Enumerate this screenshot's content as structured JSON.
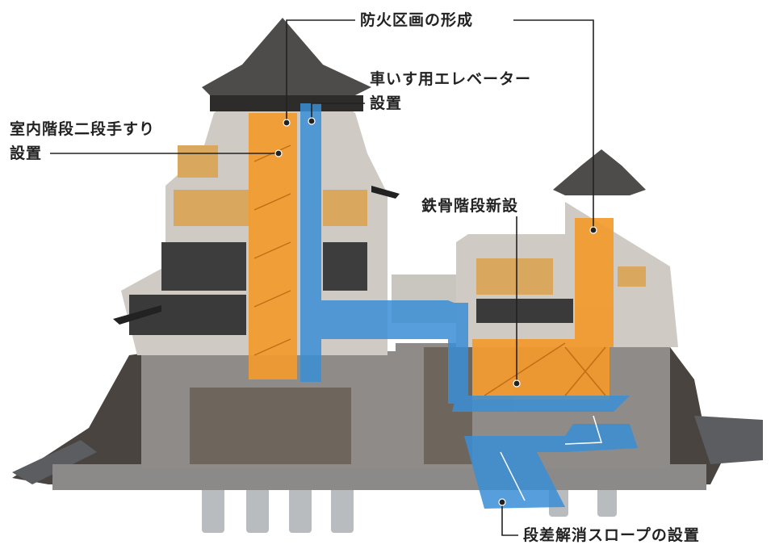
{
  "labels": {
    "fire_compartment": "防火区画の形成",
    "elevator_line1": "車いす用エレベーター",
    "elevator_line2": "設置",
    "handrail_line1": "室内階段二段手すり",
    "handrail_line2": "設置",
    "steel_stairs": "鉄骨階段新設",
    "slope": "段差解消スロープの設置"
  },
  "colors": {
    "stairs_orange": "#f39a2c",
    "elevator_blue": "#3a8fd6",
    "concrete": "#8c8a88",
    "stone": "#4a4440",
    "leader": "#222222"
  }
}
